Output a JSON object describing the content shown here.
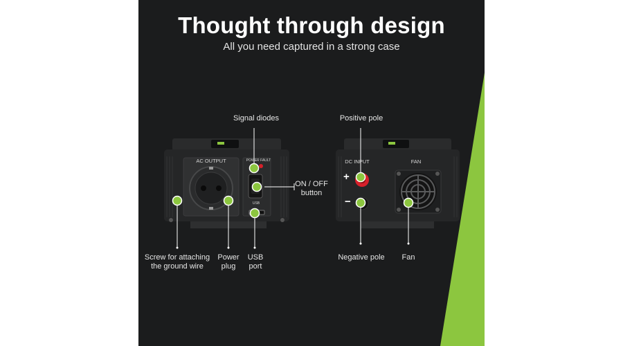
{
  "header": {
    "title": "Thought through design",
    "subtitle": "All you need captured in a strong case"
  },
  "front_panel": {
    "socket_label": "AC OUTPUT",
    "diode_label": "POWER FAULT",
    "usb_label": "USB"
  },
  "back_panel": {
    "input_label": "DC INPUT",
    "fan_label": "FAN",
    "plus_sign": "+",
    "minus_sign": "−"
  },
  "callouts": {
    "signal_diodes": "Signal diodes",
    "on_off": [
      "ON / OFF",
      "button"
    ],
    "screw": [
      "Screw for attaching",
      "the ground wire"
    ],
    "power_plug": [
      "Power",
      "plug"
    ],
    "usb_port": [
      "USB",
      "port"
    ],
    "positive_pole": "Positive pole",
    "negative_pole": "Negative pole",
    "fan": "Fan"
  },
  "colors": {
    "background": "#1b1c1d",
    "accent_green": "#8cc63f",
    "pole_red": "#d6202a"
  }
}
